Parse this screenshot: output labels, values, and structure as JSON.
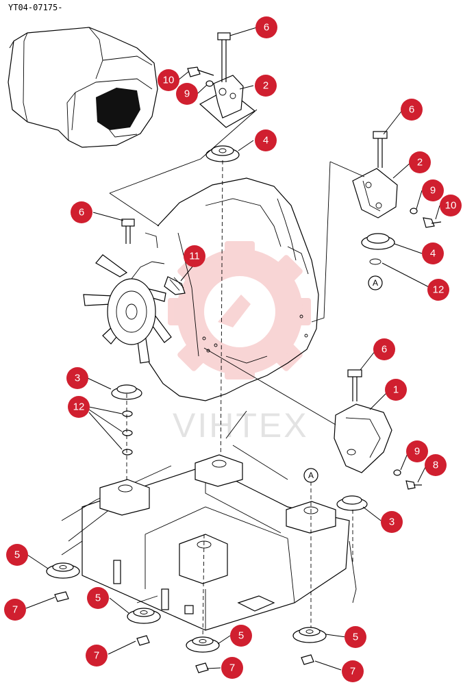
{
  "doc_code": "YT04-07175-",
  "watermark": "VIHTEX",
  "colors": {
    "callout": "#d01f2f",
    "watermark": "#f7c9c9"
  },
  "callouts": [
    {
      "label": "6"
    },
    {
      "label": "10"
    },
    {
      "label": "9"
    },
    {
      "label": "2"
    },
    {
      "label": "4"
    },
    {
      "label": "6"
    },
    {
      "label": "2"
    },
    {
      "label": "9"
    },
    {
      "label": "10"
    },
    {
      "label": "6"
    },
    {
      "label": "4"
    },
    {
      "label": "11"
    },
    {
      "label": "12"
    },
    {
      "label": "6"
    },
    {
      "label": "1"
    },
    {
      "label": "3"
    },
    {
      "label": "12"
    },
    {
      "label": "9"
    },
    {
      "label": "8"
    },
    {
      "label": "3"
    },
    {
      "label": "5"
    },
    {
      "label": "7"
    },
    {
      "label": "5"
    },
    {
      "label": "5"
    },
    {
      "label": "7"
    },
    {
      "label": "5"
    },
    {
      "label": "7"
    },
    {
      "label": "7"
    }
  ],
  "refs": [
    {
      "label": "A"
    },
    {
      "label": "A"
    }
  ]
}
